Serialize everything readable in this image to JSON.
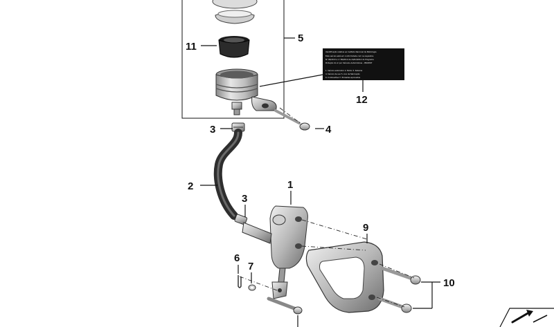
{
  "callouts": {
    "c1": "1",
    "c2": "2",
    "c3a": "3",
    "c3b": "3",
    "c4": "4",
    "c5": "5",
    "c6": "6",
    "c7": "7",
    "c9": "9",
    "c10": "10",
    "c11": "11",
    "c12": "12"
  },
  "label_sticker": {
    "lines": [
      "Identificação relativa ao Instituto Nacional de Metrologia",
      "Este veículo está em conformidade com os requisitos",
      "Nº 09/2013 e nº 89/2014 de 24/02/2014 do Programa",
      "Proteção do Ar por Veículos Automotores – PROMOT",
      "",
      "1. Veículo automotor    2. Motor    3. Sistema",
      "4. Veículo de uso     5. Ano de fabricação",
      "6. Combustível     7. Emissões aprovadas"
    ]
  },
  "colors": {
    "ink": "#111111",
    "part_fill": "#d7d7d7",
    "part_dark": "#555555",
    "hose": "#3b3b3b",
    "label_bg": "#111111"
  },
  "icons": {
    "corner_arrow": "diagonal-arrow-icon"
  }
}
